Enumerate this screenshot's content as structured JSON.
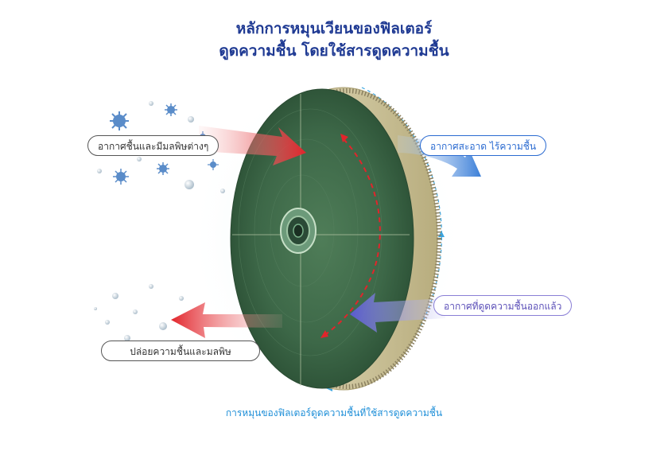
{
  "title": {
    "line1": "หลักการหมุนเวียนของฟิลเตอร์",
    "line2": "ดูดความชื้น โดยใช้สารดูดความชื้น"
  },
  "labels": {
    "humid_polluted_air": "อากาศชื้นและมีมลพิษต่างๆ",
    "clean_dry_air": "อากาศสะอาด ไร้ความชื้น",
    "dehumidified_air": "อากาศที่ดูดความชื้นออกแล้ว",
    "release_moisture": "ปล่อยความชื้นและมลพิษ"
  },
  "caption": "การหมุนของฟิลเตอร์ดูดความชื้นที่ใช้สารดูดความชื้น",
  "colors": {
    "title": "#1f3a93",
    "wheel": "#3f6a4a",
    "rim": "#c9bf92",
    "red_arrow": "#e2242b",
    "blue_arrow": "#3b7fd8",
    "purple_arrow": "#6a6ad8",
    "caption": "#1f8fd8"
  },
  "icons": [
    "virus-icon",
    "water-droplet-icon"
  ]
}
